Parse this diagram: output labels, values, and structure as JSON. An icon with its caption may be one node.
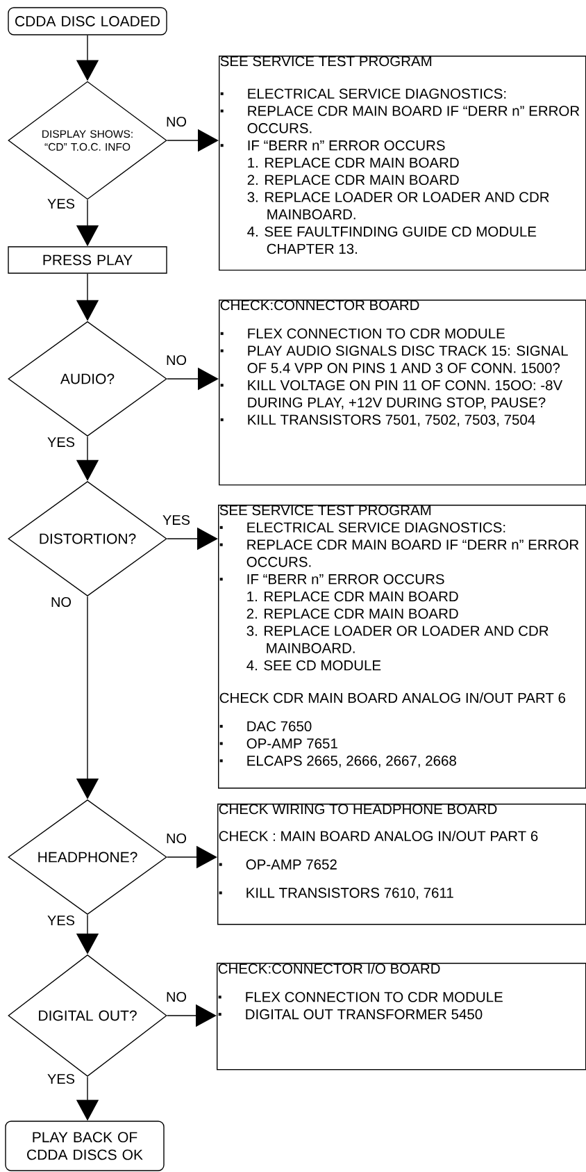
{
  "diagram": {
    "nodes": [
      {
        "text": [
          "CDDA DISC LOADED"
        ]
      },
      {
        "text": [
          "DISPLAY SHOWS: “CD” T.O.C. INFO"
        ]
      },
      {
        "text": [
          "SEE SERVICE TEST PROGRAM",
          "ELECTRICAL SERVICE DIAGNOSTICS:",
          "REPLACE CDR MAIN BOARD IF “DERR n” ERROR OCCURS.",
          "IF “BERR n” ERROR OCCURS",
          "1. REPLACE CDR MAIN BOARD",
          "2. REPLACE CDR MAIN BOARD",
          "3. REPLACE LOADER OR LOADER AND CDR MAINBOARD.",
          "4. SEE FAULTFINDING GUIDE CD MODULE CHAPTER 13."
        ]
      },
      {
        "text": [
          "PRESS PLAY"
        ]
      },
      {
        "text": [
          "AUDIO?"
        ]
      },
      {
        "text": [
          "CHECK:CONNECTOR BOARD",
          "FLEX CONNECTION TO CDR MODULE",
          "PLAY AUDIO SIGNALS DISC TRACK 15: SIGNAL OF 5.4 VPP ON PINS 1 AND 3 OF CONN. 1500?",
          "KILL VOLTAGE ON PIN 11 OF CONN. 15OO: -8V DURING PLAY, +12V DURING STOP, PAUSE?",
          "KILL TRANSISTORS 7501, 7502, 7503, 7504"
        ]
      },
      {
        "text": [
          "DISTORTION?"
        ]
      },
      {
        "text": [
          "SEE SERVICE TEST PROGRAM",
          "ELECTRICAL SERVICE DIAGNOSTICS:",
          "REPLACE CDR MAIN BOARD IF “DERR n” ERROR OCCURS.",
          "IF “BERR n” ERROR OCCURS",
          "1. REPLACE CDR MAIN BOARD",
          "2. REPLACE CDR MAIN BOARD",
          "3. REPLACE LOADER OR LOADER AND CDR MAINBOARD.",
          "4. SEE CD MODULE",
          "CHECK CDR MAIN BOARD ANALOG IN/OUT PART 6",
          "DAC 7650",
          "OP-AMP 7651",
          "ELCAPS 2665, 2666, 2667, 2668"
        ]
      },
      {
        "text": [
          "HEADPHONE?"
        ]
      },
      {
        "text": [
          "CHECK WIRING TO HEADPHONE BOARD",
          "CHECK : MAIN BOARD ANALOG IN/OUT PART 6",
          "OP-AMP 7652",
          "KILL TRANSISTORS 7610, 7611"
        ]
      },
      {
        "text": [
          "DIGITAL OUT?"
        ]
      },
      {
        "text": [
          "CHECK:CONNECTOR I/O BOARD",
          "FLEX CONNECTION TO CDR MODULE",
          "DIGITAL OUT TRANSFORMER 5450"
        ]
      },
      {
        "text": [
          "PLAY BACK OF CDDA DISCS OK"
        ]
      }
    ],
    "edges": [
      {
        "from": 0,
        "to": 1,
        "arrow": "to"
      },
      {
        "from": 1,
        "to": 2,
        "arrow": "to",
        "label": "NO"
      },
      {
        "from": 1,
        "to": 3,
        "arrow": "to",
        "label": "YES"
      },
      {
        "from": 3,
        "to": 4,
        "arrow": "to"
      },
      {
        "from": 4,
        "to": 5,
        "arrow": "to",
        "label": "NO"
      },
      {
        "from": 4,
        "to": 6,
        "arrow": "to",
        "label": "YES"
      },
      {
        "from": 6,
        "to": 7,
        "arrow": "to",
        "label": "YES"
      },
      {
        "from": 6,
        "to": 8,
        "arrow": "to",
        "label": "NO"
      },
      {
        "from": 8,
        "to": 9,
        "arrow": "to",
        "label": "NO"
      },
      {
        "from": 8,
        "to": 10,
        "arrow": "to",
        "label": "YES"
      },
      {
        "from": 10,
        "to": 11,
        "arrow": "to",
        "label": "NO"
      },
      {
        "from": 10,
        "to": 12,
        "arrow": "to",
        "label": "YES"
      }
    ]
  }
}
